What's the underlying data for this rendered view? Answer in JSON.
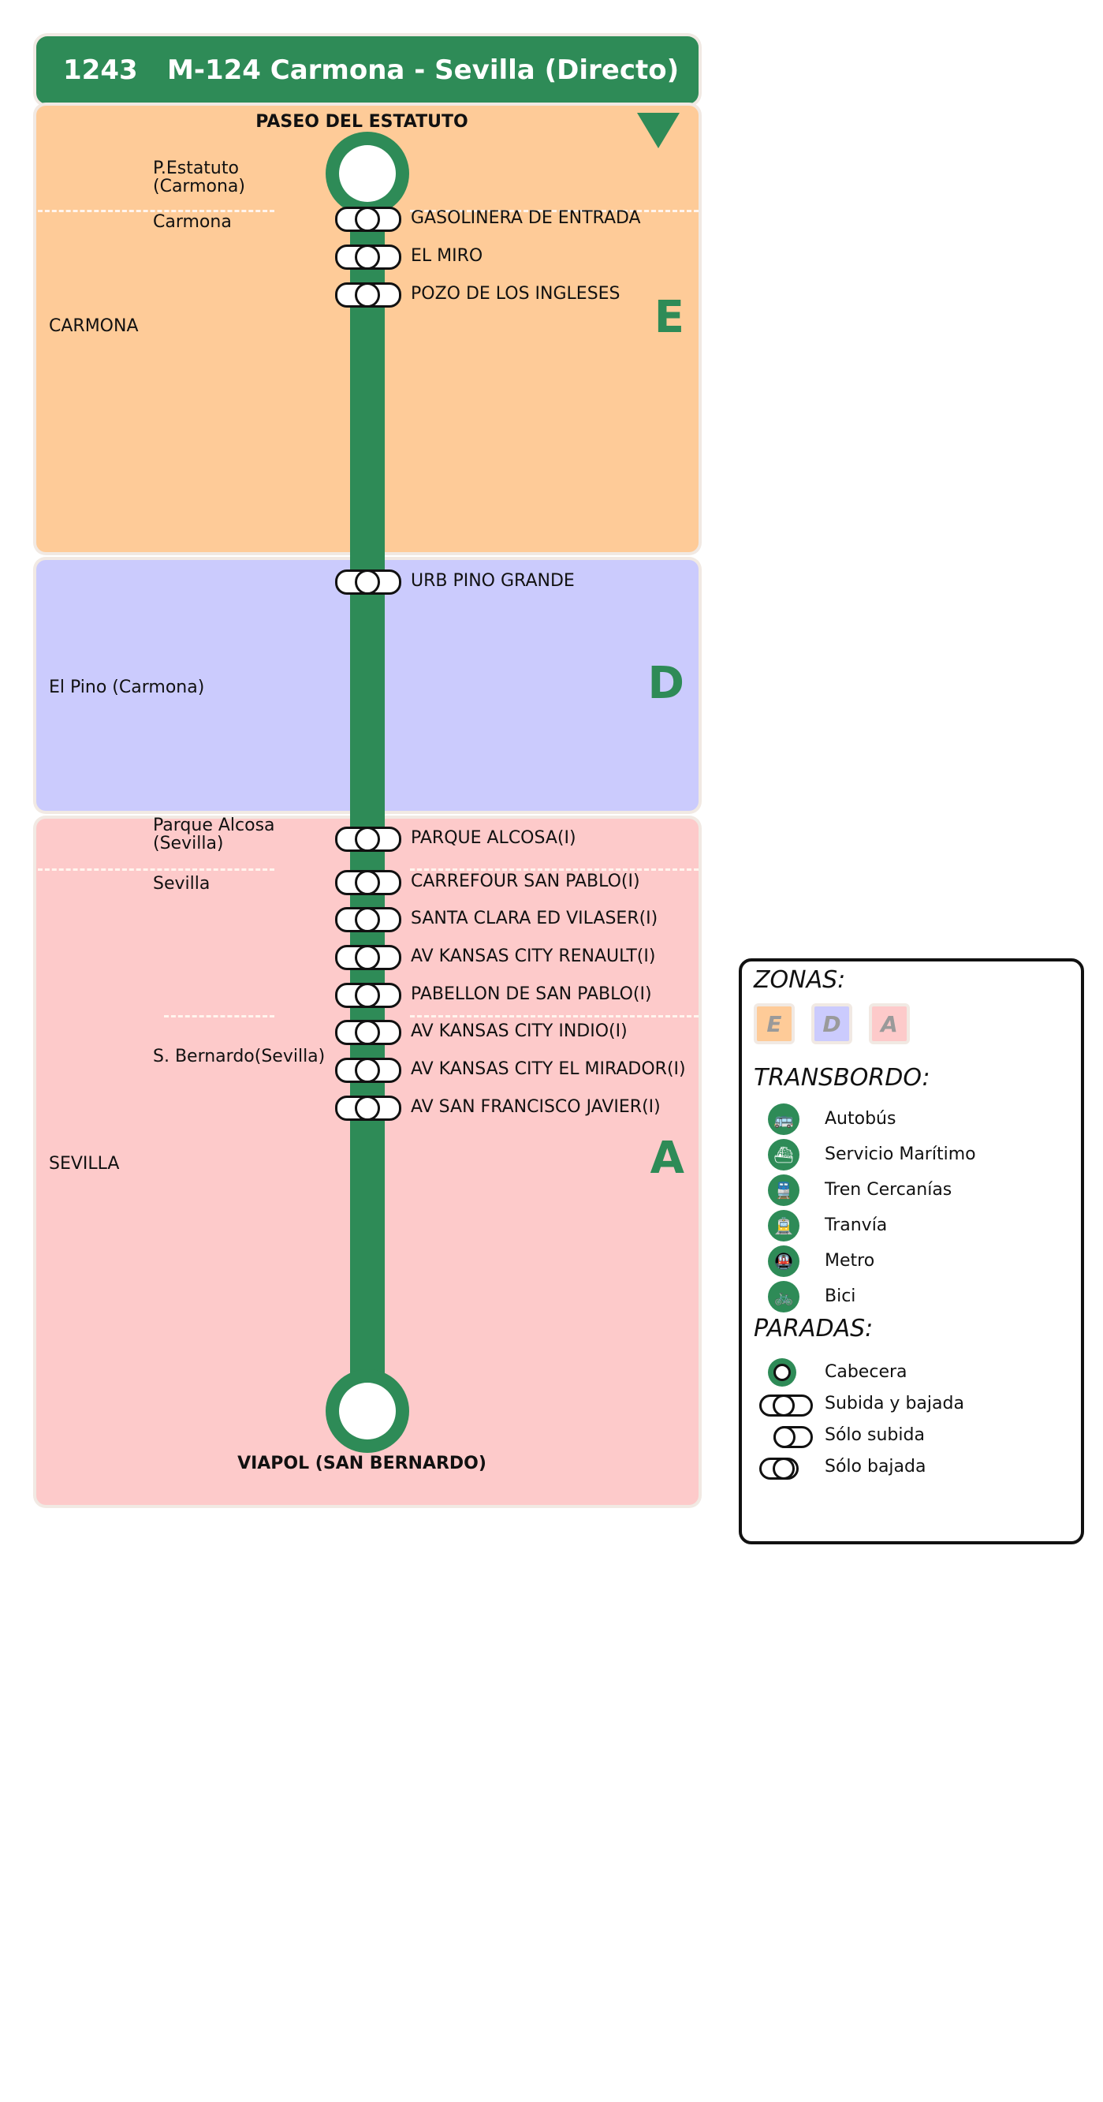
{
  "header": {
    "code": "1243",
    "name": "M-124 Carmona - Sevilla (Directo)"
  },
  "colors": {
    "route": "#2e8b57",
    "zone_E": "#fecb98",
    "zone_D": "#cbcbfd",
    "zone_A": "#fdcaca"
  },
  "zones": [
    {
      "letter": "E",
      "area": "CARMONA",
      "color": "#fecb98"
    },
    {
      "letter": "D",
      "area": "El Pino (Carmona)",
      "color": "#cbcbfd"
    },
    {
      "letter": "A",
      "area": "SEVILLA",
      "color": "#fdcaca"
    }
  ],
  "municipalities": {
    "p_estatuto": "P.Estatuto\n(Carmona)",
    "carmona": "Carmona",
    "parque_alcosa": "Parque Alcosa\n(Sevilla)",
    "sevilla": "Sevilla",
    "s_bernardo": "S. Bernardo(Sevilla)"
  },
  "terminals": {
    "origin": "PASEO DEL ESTATUTO",
    "destination": "VIAPOL (SAN BERNARDO)"
  },
  "direction_icon": "down-triangle-icon",
  "stops": [
    "GASOLINERA DE ENTRADA",
    "EL MIRO",
    "POZO DE LOS INGLESES",
    "URB PINO GRANDE",
    "PARQUE ALCOSA(I)",
    "CARREFOUR SAN PABLO(I)",
    "SANTA CLARA ED VILASER(I)",
    "AV KANSAS CITY RENAULT(I)",
    "PABELLON DE SAN PABLO(I)",
    "AV KANSAS CITY INDIO(I)",
    "AV KANSAS CITY EL MIRADOR(I)",
    "AV SAN FRANCISCO JAVIER(I)"
  ],
  "legend": {
    "zonas_title": "ZONAS:",
    "zone_letters": [
      "E",
      "D",
      "A"
    ],
    "transbordo_title": "TRANSBORDO:",
    "transbordo": [
      {
        "icon": "bus-icon",
        "label": "Autobús"
      },
      {
        "icon": "ship-icon",
        "label": "Servicio Marítimo"
      },
      {
        "icon": "train-icon",
        "label": "Tren Cercanías"
      },
      {
        "icon": "tram-icon",
        "label": "Tranvía"
      },
      {
        "icon": "metro-icon",
        "label": "Metro"
      },
      {
        "icon": "bike-icon",
        "label": "Bici"
      }
    ],
    "paradas_title": "PARADAS:",
    "paradas": [
      {
        "icon": "terminal-stop-icon",
        "label": "Cabecera"
      },
      {
        "icon": "both-ways-stop-icon",
        "label": "Subida y bajada"
      },
      {
        "icon": "boarding-only-stop-icon",
        "label": "Sólo subida"
      },
      {
        "icon": "alighting-only-stop-icon",
        "label": "Sólo bajada"
      }
    ]
  }
}
